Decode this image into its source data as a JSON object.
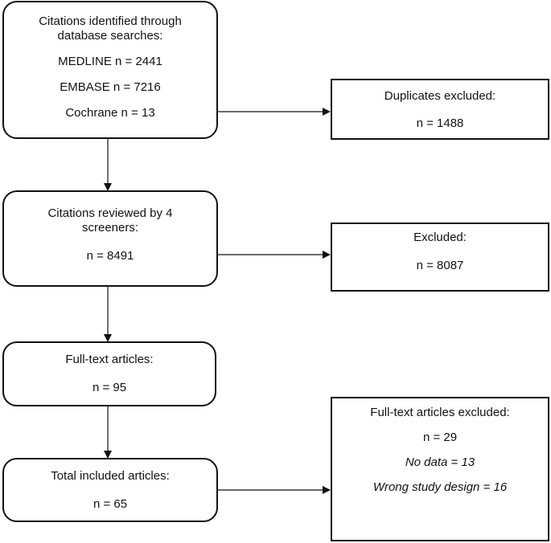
{
  "boxes": {
    "identified": {
      "title_line1": "Citations identified through",
      "title_line2": "database searches:",
      "medline": "MEDLINE n = 2441",
      "embase": "EMBASE n = 7216",
      "cochrane": "Cochrane n = 13"
    },
    "duplicates": {
      "title": "Duplicates excluded:",
      "count": "n = 1488"
    },
    "reviewed": {
      "title_line1": "Citations reviewed by 4",
      "title_line2": "screeners:",
      "count": "n = 8491"
    },
    "excluded": {
      "title": "Excluded:",
      "count": "n = 8087"
    },
    "fulltext": {
      "title": "Full-text articles:",
      "count": "n = 95"
    },
    "fulltext_excluded": {
      "title": "Full-text articles excluded:",
      "count": "n = 29",
      "reason1": "No data = 13",
      "reason2": "Wrong study design = 16"
    },
    "included": {
      "title": "Total included articles:",
      "count": "n = 65"
    }
  }
}
